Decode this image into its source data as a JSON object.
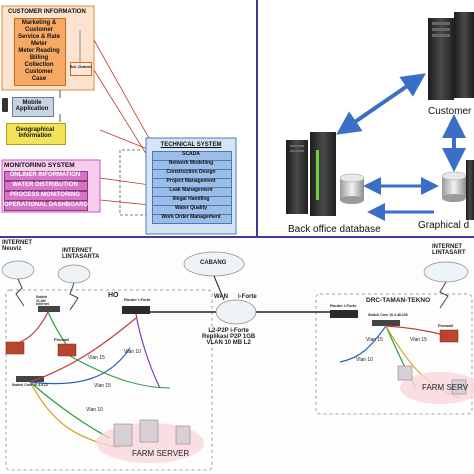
{
  "customer_panel": {
    "title": "CUSTOMER INFORMATION",
    "items": [
      "Marketing &",
      "Customer",
      "Service & Rate",
      "Meter",
      "Meter Reading",
      "Billing",
      "Collection",
      "Customer",
      "Case"
    ],
    "side_box": "Bnt. Channel",
    "mobile": "Mobile\nApplication",
    "geo": "Geographical\nInformation"
  },
  "monitoring_panel": {
    "title": "MONITORING SYSTEM",
    "items": [
      "ONLINER INFORMATION",
      "WATER DISTRIBUTION",
      "PROCESS MONITORING",
      "OPERATIONAL DASHBOARD"
    ]
  },
  "technical_panel": {
    "title": "TECHNICAL SYSTEM",
    "items": [
      "SCADA",
      "Network Modelling",
      "Construction Design",
      "Project Management",
      "Leak Management",
      "Illegal Handling",
      "Water Quality",
      "Work Order Management"
    ]
  },
  "server_panel": {
    "customer_label": "Customer d",
    "backoffice_label": "Back office database",
    "graphical_label": "Graphical d"
  },
  "network_panel": {
    "internet_left": "INTERNET\nNeuviz",
    "internet_lintasarta": "INTERNET\nLINTASARTA",
    "cabang": "CABANG",
    "internet_right": "INTERNET\nLINTASART",
    "ho": "HO",
    "router_ho": "Router i-Forte",
    "wan": "WAN",
    "iforte": "i-Forte",
    "l2p2p": "L2-P2P i-Forte\nReplikasi P2P 1GB\nVLAN 10 MB L2",
    "drc": "DRC-TAMAN-TEKNO",
    "router_drc": "Router i-Forte",
    "farm_server_left": "FARM SERVER",
    "farm_server_right": "FARM SERV",
    "switch_vlan": "Switch\nVLAN\nInternet",
    "switch_core_left": "Switch Core 10.4.5.12",
    "switch_core_right": "Switch Core 10.4.48.100",
    "firewall_left": "Firewall",
    "firewall_right": "Firewall",
    "vlan_labels": [
      "Vlan 15",
      "Vlan 10",
      "Vlan 15",
      "Vlan 10",
      "Vlan 15",
      "Vlan 15",
      "Vlan 10"
    ]
  }
}
